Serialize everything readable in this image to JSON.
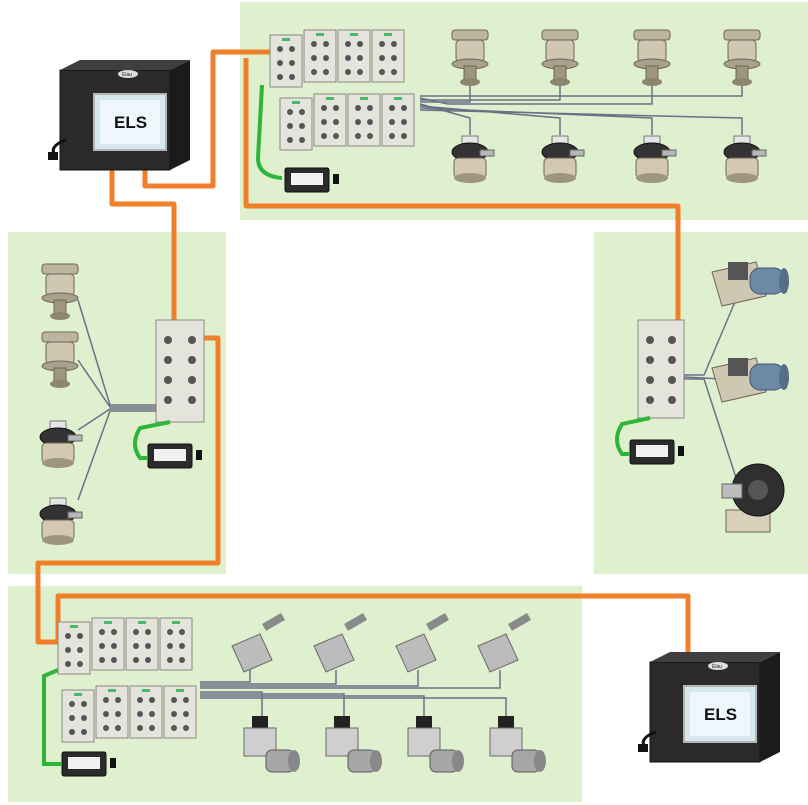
{
  "colors": {
    "zone_fill": "#dff0cf",
    "network_cable": "#f07f2a",
    "power_cable": "#2fb53a",
    "sensor_wire": "#6c6f86",
    "cabinet": "#2a2a2a",
    "screen": "#e8f3f8",
    "module": "#e4e3dc"
  },
  "controllers": [
    {
      "label": "ELS",
      "brand": "Elau",
      "icon": "control-cabinet-icon"
    },
    {
      "label": "ELS",
      "brand": "Elau",
      "icon": "control-cabinet-icon"
    }
  ],
  "zones": [
    {
      "name": "top",
      "devices": [
        "valve-actuator-icon",
        "pneumatic-valve-icon"
      ]
    },
    {
      "name": "left",
      "devices": [
        "valve-actuator-icon",
        "pneumatic-valve-icon"
      ]
    },
    {
      "name": "right",
      "devices": [
        "motor-icon",
        "motor-icon",
        "pump-icon"
      ]
    },
    {
      "name": "bottom",
      "devices": [
        "inductive-sensor-icon",
        "proximity-sensor-icon"
      ]
    }
  ]
}
